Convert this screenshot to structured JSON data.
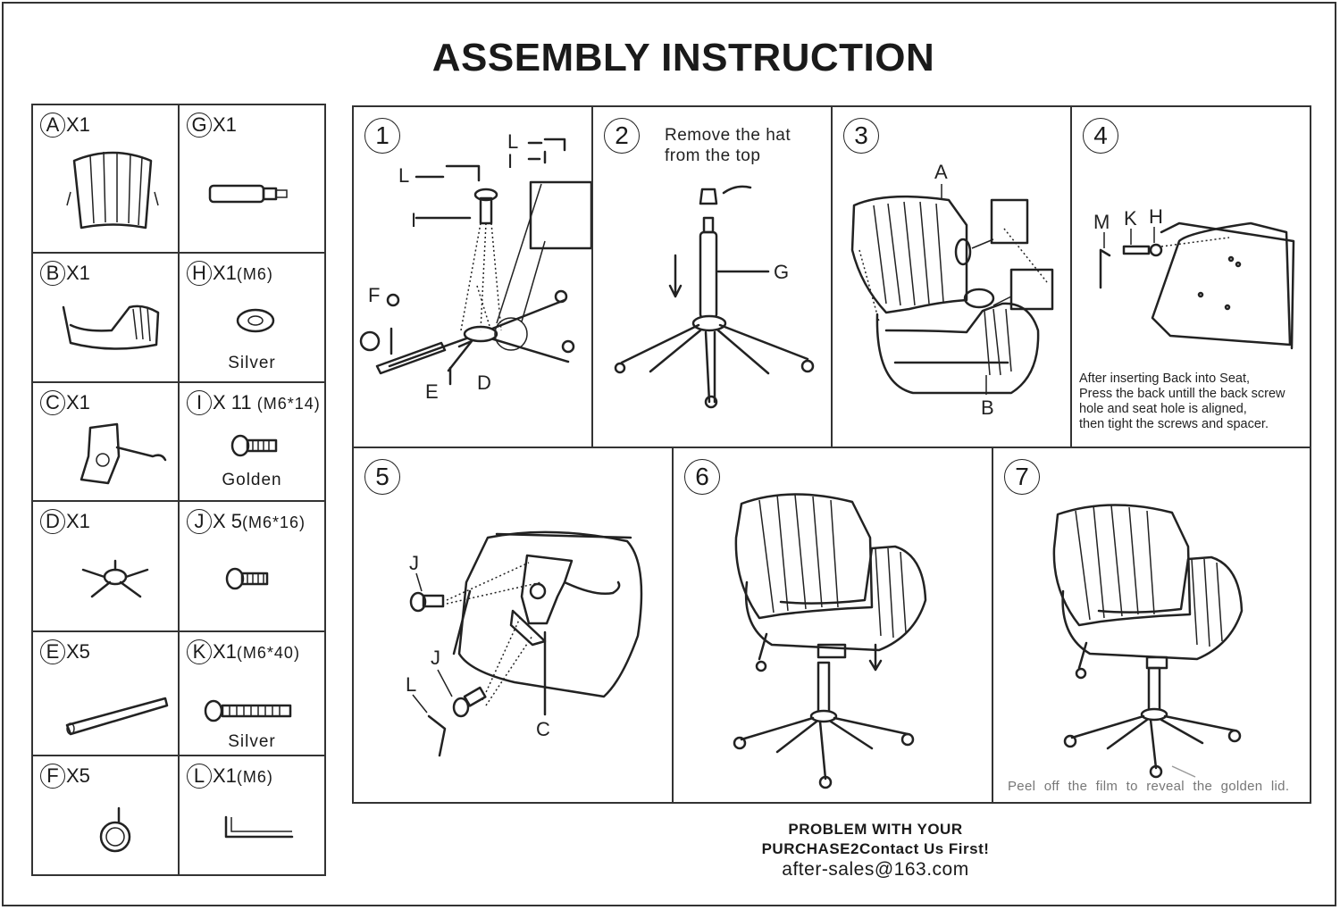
{
  "title": "ASSEMBLY INSTRUCTION",
  "parts": [
    {
      "letter": "A",
      "qty": "X1",
      "spec": "",
      "finish": ""
    },
    {
      "letter": "G",
      "qty": "X1",
      "spec": "",
      "finish": ""
    },
    {
      "letter": "B",
      "qty": "X1",
      "spec": "",
      "finish": ""
    },
    {
      "letter": "H",
      "qty": "X1",
      "spec": "(M6)",
      "finish": "Silver"
    },
    {
      "letter": "C",
      "qty": "X1",
      "spec": "",
      "finish": ""
    },
    {
      "letter": "I",
      "qty": "X 11",
      "spec": "(M6*14)",
      "finish": "Golden"
    },
    {
      "letter": "D",
      "qty": "X1",
      "spec": "",
      "finish": ""
    },
    {
      "letter": "J",
      "qty": "X 5",
      "spec": "(M6*16)",
      "finish": ""
    },
    {
      "letter": "E",
      "qty": "X5",
      "spec": "",
      "finish": ""
    },
    {
      "letter": "K",
      "qty": "X1",
      "spec": "(M6*40)",
      "finish": "Silver"
    },
    {
      "letter": "F",
      "qty": "X5",
      "spec": "",
      "finish": ""
    },
    {
      "letter": "L",
      "qty": "X1",
      "spec": "(M6)",
      "finish": ""
    }
  ],
  "steps": [
    {
      "number": "1",
      "labels": [
        "L",
        "I",
        "L",
        "I",
        "F",
        "E",
        "D"
      ]
    },
    {
      "number": "2",
      "text_line1": "Remove the hat",
      "text_line2": "from the top",
      "labels": [
        "G"
      ]
    },
    {
      "number": "3",
      "labels": [
        "A",
        "B"
      ]
    },
    {
      "number": "4",
      "labels": [
        "M",
        "K",
        "H"
      ],
      "note": [
        "After inserting Back into Seat,",
        "Press the back untill the back screw",
        "hole and seat hole is aligned,",
        "then tight the screws and spacer."
      ]
    },
    {
      "number": "5",
      "labels": [
        "J",
        "J",
        "L",
        "C"
      ]
    },
    {
      "number": "6"
    },
    {
      "number": "7",
      "note": "Peel off the film to reveal the golden lid."
    }
  ],
  "footer": {
    "line1": "PROBLEM WITH YOUR",
    "line2": "PURCHASE2Contact Us First!",
    "email": "after-sales@163.com"
  }
}
